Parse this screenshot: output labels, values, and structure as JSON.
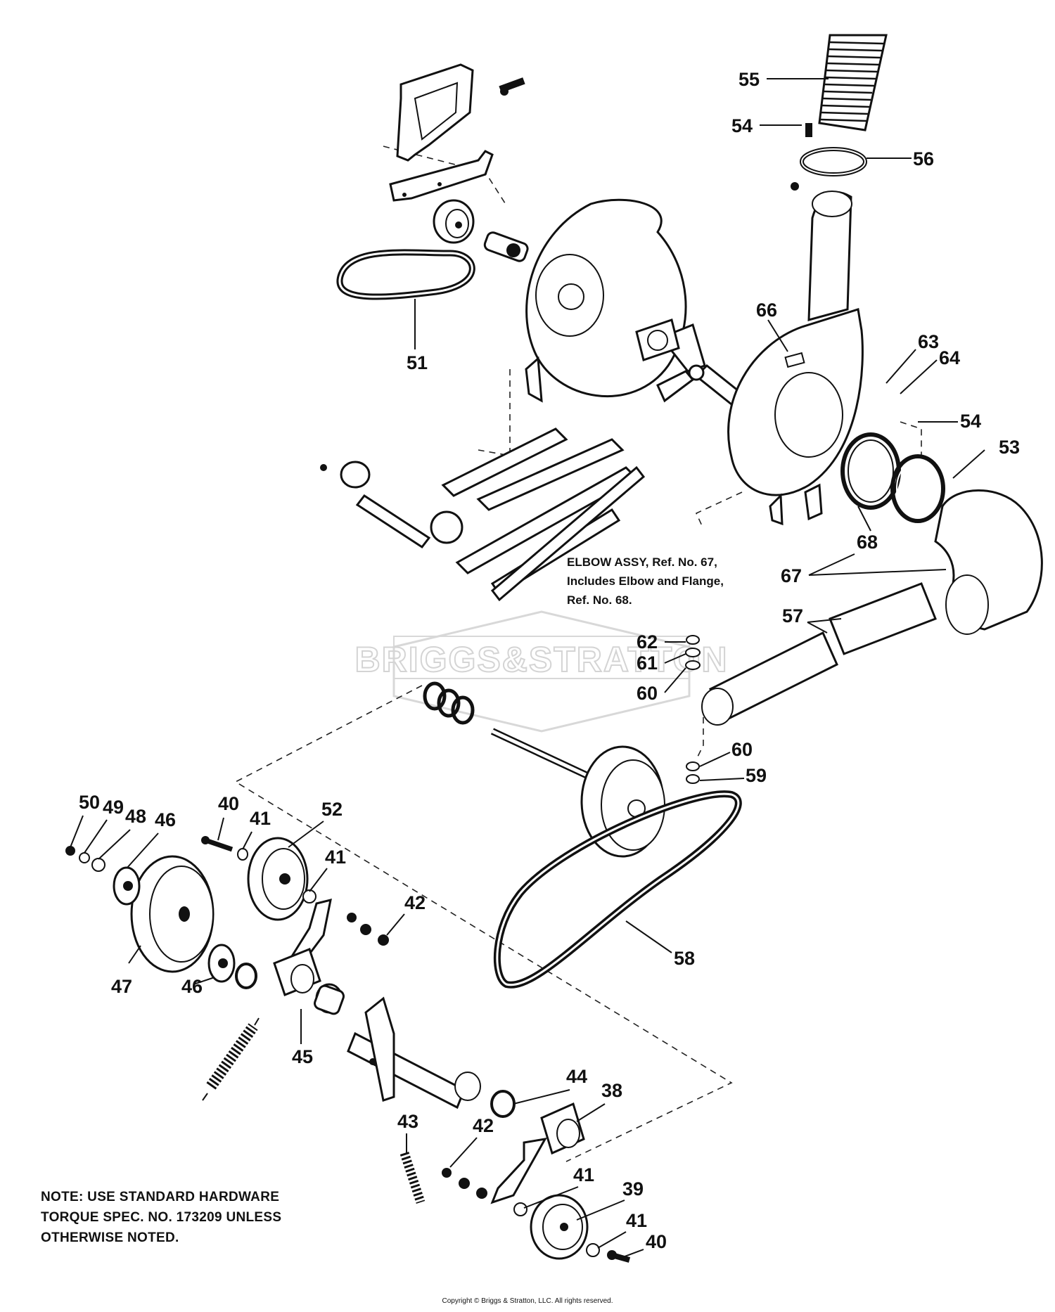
{
  "callouts": {
    "c55": "55",
    "c54a": "54",
    "c56": "56",
    "c51": "51",
    "c66": "66",
    "c63": "63",
    "c64": "64",
    "c54b": "54",
    "c53": "53",
    "c68": "68",
    "c67": "67",
    "c57": "57",
    "c62": "62",
    "c61": "61",
    "c60a": "60",
    "c60b": "60",
    "c59": "59",
    "c50": "50",
    "c49": "49",
    "c48": "48",
    "c46a": "46",
    "c40a": "40",
    "c41a": "41",
    "c52": "52",
    "c41b": "41",
    "c42a": "42",
    "c47": "47",
    "c46b": "46",
    "c58": "58",
    "c45": "45",
    "c44": "44",
    "c38": "38",
    "c43": "43",
    "c42b": "42",
    "c41c": "41",
    "c39": "39",
    "c41d": "41",
    "c40b": "40"
  },
  "elbow_note": [
    "ELBOW ASSY, Ref. No. 67,",
    "Includes Elbow and Flange,",
    "Ref. No. 68."
  ],
  "torque_note": [
    "NOTE:  USE STANDARD HARDWARE",
    "TORQUE SPEC. NO. 173209 UNLESS",
    "OTHERWISE NOTED."
  ],
  "watermark": "BRIGGS&STRATTON",
  "copyright": "Copyright © Briggs & Stratton, LLC. All rights reserved.",
  "colors": {
    "ink": "#111111",
    "watermark": "#d4d4d4",
    "background": "#ffffff"
  }
}
